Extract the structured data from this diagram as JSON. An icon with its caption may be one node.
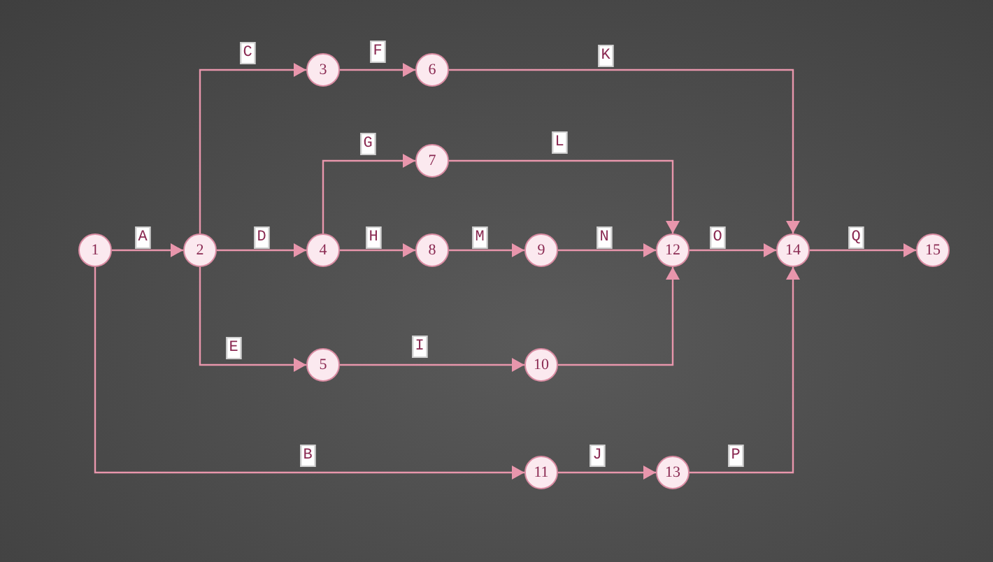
{
  "diagram": {
    "nodes": [
      {
        "text": [
          "1"
        ]
      },
      {
        "text": [
          "2"
        ]
      },
      {
        "text": [
          "3"
        ]
      },
      {
        "text": [
          "4"
        ]
      },
      {
        "text": [
          "5"
        ]
      },
      {
        "text": [
          "6"
        ]
      },
      {
        "text": [
          "7"
        ]
      },
      {
        "text": [
          "8"
        ]
      },
      {
        "text": [
          "9"
        ]
      },
      {
        "text": [
          "10"
        ]
      },
      {
        "text": [
          "11"
        ]
      },
      {
        "text": [
          "12"
        ]
      },
      {
        "text": [
          "13"
        ]
      },
      {
        "text": [
          "14"
        ]
      },
      {
        "text": [
          "15"
        ]
      }
    ],
    "edges": [
      {
        "from": 0,
        "to": 1,
        "arrow": "to",
        "label": "A"
      },
      {
        "from": 0,
        "to": 10,
        "arrow": "to",
        "label": "B"
      },
      {
        "from": 1,
        "to": 2,
        "arrow": "to",
        "label": "C"
      },
      {
        "from": 1,
        "to": 3,
        "arrow": "to",
        "label": "D"
      },
      {
        "from": 1,
        "to": 4,
        "arrow": "to",
        "label": "E"
      },
      {
        "from": 2,
        "to": 5,
        "arrow": "to",
        "label": "F"
      },
      {
        "from": 3,
        "to": 6,
        "arrow": "to",
        "label": "G"
      },
      {
        "from": 3,
        "to": 7,
        "arrow": "to",
        "label": "H"
      },
      {
        "from": 4,
        "to": 9,
        "arrow": "to",
        "label": "I"
      },
      {
        "from": 10,
        "to": 12,
        "arrow": "to",
        "label": "J"
      },
      {
        "from": 5,
        "to": 13,
        "arrow": "to",
        "label": "K"
      },
      {
        "from": 6,
        "to": 11,
        "arrow": "to",
        "label": "L"
      },
      {
        "from": 7,
        "to": 8,
        "arrow": "to",
        "label": "M"
      },
      {
        "from": 8,
        "to": 11,
        "arrow": "to",
        "label": "N"
      },
      {
        "from": 11,
        "to": 13,
        "arrow": "to",
        "label": "O"
      },
      {
        "from": 12,
        "to": 13,
        "arrow": "to",
        "label": "P"
      },
      {
        "from": 13,
        "to": 14,
        "arrow": "to",
        "label": "Q"
      },
      {
        "from": 9,
        "to": 11,
        "arrow": "to"
      }
    ]
  }
}
